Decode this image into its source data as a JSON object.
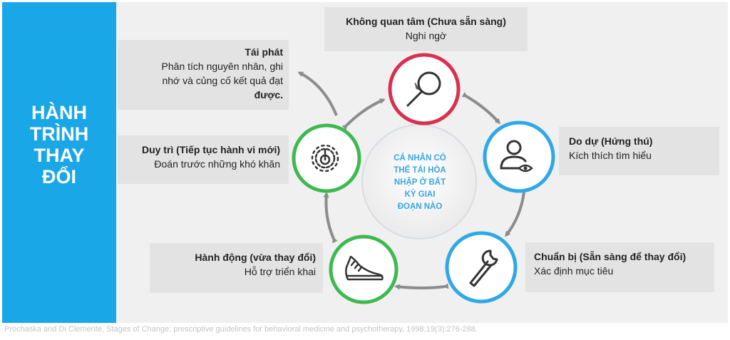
{
  "sidebar": {
    "title_lines": [
      "HÀNH",
      "TRÌNH",
      "THAY",
      "ĐỔI"
    ],
    "color": "#1aa7e8"
  },
  "center": {
    "lines": [
      "CÁ NHÂN CÓ",
      "THỂ  TÁI HÒA",
      "NHẬP Ở BẤT",
      "KỲ GIAI",
      "ĐOẠN NÀO"
    ]
  },
  "stages": {
    "precontemplation": {
      "title": "Không quan tâm (Chưa sẵn sàng)",
      "desc": "Nghi ngờ",
      "icon": "magnifier-icon",
      "color": "#d9304f"
    },
    "contemplation": {
      "title": "Do dự (Hứng thú)",
      "desc": "Kích thích tìm hiểu",
      "icon": "user-eye-icon",
      "color": "#2ea8e6"
    },
    "preparation": {
      "title": "Chuẩn bị (Sẵn sàng để thay đổi)",
      "desc": "Xác định mục tiêu",
      "icon": "wrench-icon",
      "color": "#2ea8e6"
    },
    "action": {
      "title": "Hành động (vừa thay đổi)",
      "desc": "Hỗ trợ triển khai",
      "icon": "shoe-icon",
      "color": "#3dba4f"
    },
    "maintenance": {
      "title": "Duy trì (Tiếp tục hành vi mới)",
      "desc": "Đoán trước những khó khăn",
      "icon": "gear-icon",
      "color": "#3dba4f"
    },
    "relapse": {
      "title": "Tái phát",
      "desc_lines": [
        "Phân tích nguyên nhân, ghi",
        "nhớ và củng cố kết quả đạt",
        "được."
      ]
    }
  },
  "citation": "Prochaska and Di Clemente, Stages of Change: prescriptive guidelines for behavioral medicine and psychotherapy, 1998;19(3):276-288."
}
